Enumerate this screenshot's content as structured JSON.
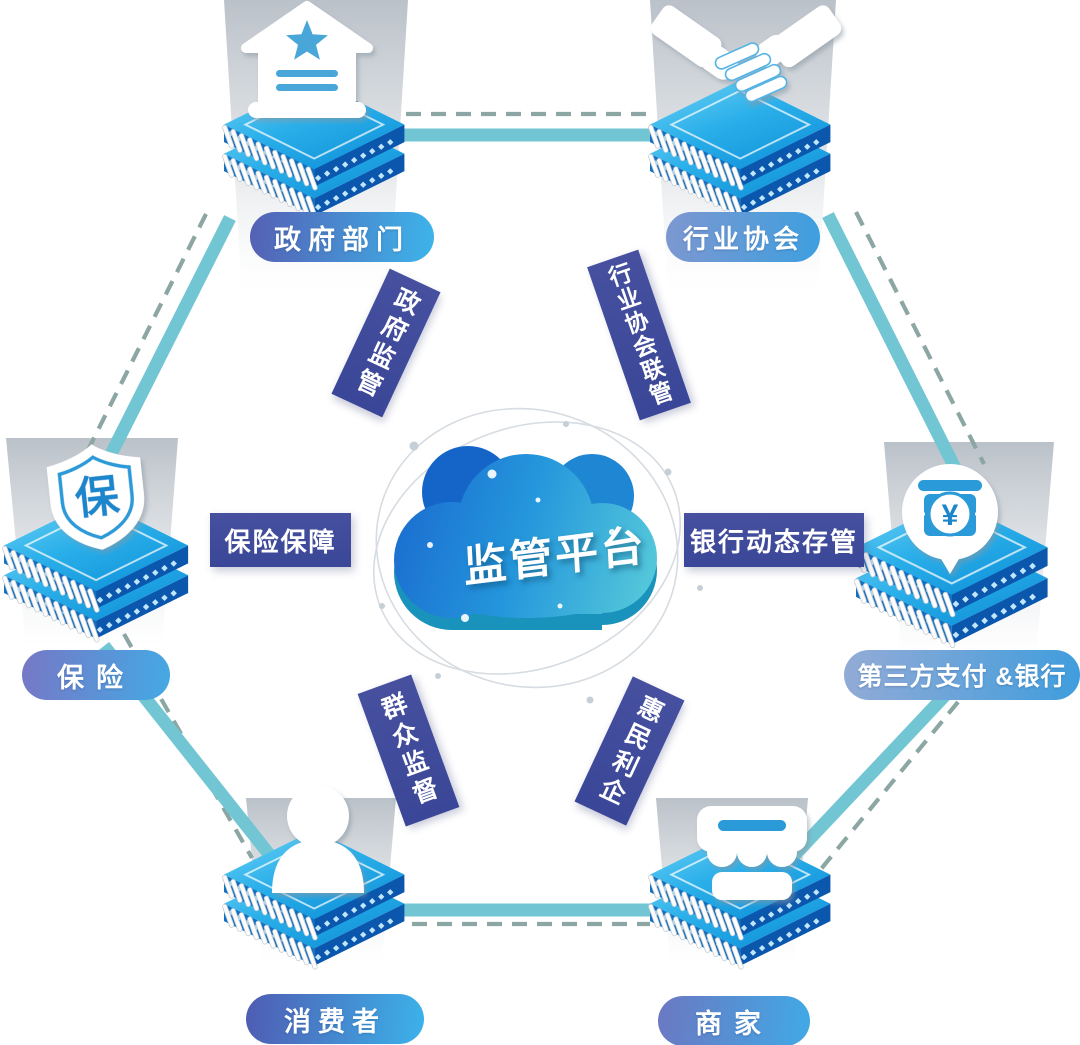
{
  "diagram": {
    "center": {
      "label": "监管平台",
      "icon": "cloud-icon"
    },
    "nodes": [
      {
        "id": "government",
        "label": "政府部门",
        "icon": "government-building-icon"
      },
      {
        "id": "association",
        "label": "行业协会",
        "icon": "handshake-icon"
      },
      {
        "id": "insurance",
        "label": "保险",
        "icon": "shield-insurance-icon",
        "glyph": "保"
      },
      {
        "id": "payment",
        "label": "第三方支付 &银行",
        "icon": "yuan-bank-pin-icon",
        "glyph": "¥"
      },
      {
        "id": "consumer",
        "label": "消费者",
        "icon": "person-icon"
      },
      {
        "id": "merchant",
        "label": "商家",
        "icon": "storefront-icon"
      }
    ],
    "connectors": [
      {
        "from": "government",
        "to": "center",
        "label": "政府监管"
      },
      {
        "from": "association",
        "to": "center",
        "label": "行业协会联管"
      },
      {
        "from": "insurance",
        "to": "center",
        "label": "保险保障"
      },
      {
        "from": "payment",
        "to": "center",
        "label": "银行动态存管"
      },
      {
        "from": "consumer",
        "to": "center",
        "label": "群众监督"
      },
      {
        "from": "merchant",
        "to": "center",
        "label": "惠民利企"
      }
    ],
    "colors": {
      "link_solid": "#72c6d3",
      "link_dashed": "#8ca7a3",
      "connector_label_bg": "#3e4b9e",
      "node_pill_start": "#5560b4",
      "node_pill_end": "#3db4ea",
      "chip_top": "#2cb0ea",
      "chip_side": "#0b57ae",
      "cloud_start": "#1b6fd0",
      "cloud_end": "#59cdda",
      "icon_white": "#ffffff",
      "icon_blue": "#3ba2dc"
    }
  }
}
